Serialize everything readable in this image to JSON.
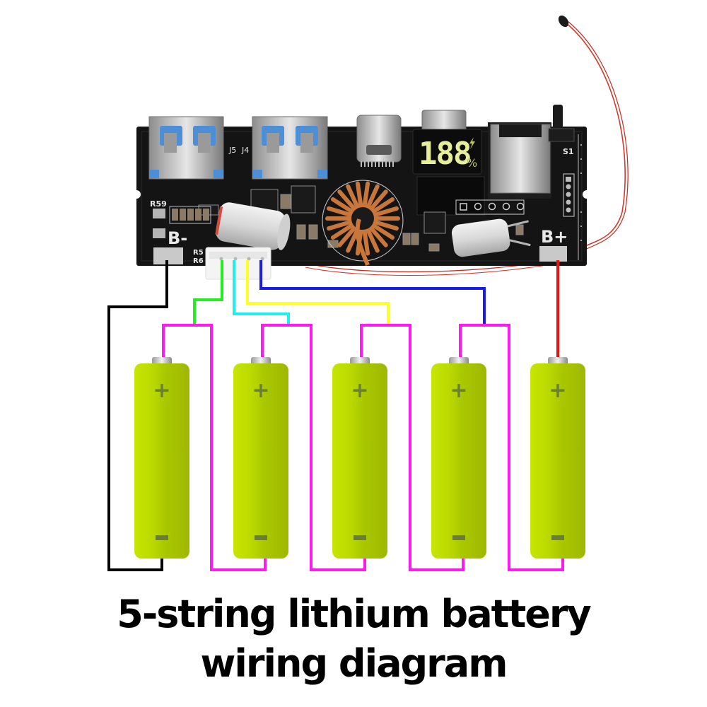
{
  "title": {
    "line1": "5-string lithium battery",
    "line2": "wiring diagram"
  },
  "board": {
    "labels": {
      "b_minus": "B-",
      "b_plus": "B+",
      "j5": "J5",
      "j4": "J4",
      "r59": "R59",
      "r5": "R5",
      "r6": "R6",
      "s1": "S1"
    },
    "display": {
      "digits": "188",
      "unit": "%",
      "charging_icon": "lightning-bolt-icon"
    },
    "components": [
      "usb-a-port",
      "usb-a-port",
      "usb-c-port",
      "micro-usb-port",
      "usb-c-port-large",
      "toroid-inductor",
      "electrolytic-capacitor",
      "electrolytic-capacitor",
      "balance-connector",
      "tact-switch",
      "thermistor-probe"
    ]
  },
  "batteries": [
    {
      "id": 1,
      "positive_symbol": "+",
      "negative_symbol": "−"
    },
    {
      "id": 2,
      "positive_symbol": "+",
      "negative_symbol": "−"
    },
    {
      "id": 3,
      "positive_symbol": "+",
      "negative_symbol": "−"
    },
    {
      "id": 4,
      "positive_symbol": "+",
      "negative_symbol": "−"
    },
    {
      "id": 5,
      "positive_symbol": "+",
      "negative_symbol": "−"
    }
  ],
  "wires": {
    "b_minus": {
      "color": "#000000",
      "connects": "B- to cell 1 negative"
    },
    "balance_1": {
      "color": "#22ee22",
      "connects": "balance pin 1 to cell 1+/cell 2-"
    },
    "balance_2": {
      "color": "#22eeee",
      "connects": "balance pin 2 to cell 2+/cell 3-"
    },
    "balance_3": {
      "color": "#ffff22",
      "connects": "balance pin 3 to cell 3+/cell 4-"
    },
    "balance_4": {
      "color": "#1a1aee",
      "connects": "balance pin 4 to cell 4+/cell 5-"
    },
    "b_plus": {
      "color": "#ee1111",
      "connects": "B+ to cell 5 positive"
    },
    "series_links": {
      "color": "#ff1aee"
    }
  },
  "colors": {
    "battery_body": "#b5d400",
    "battery_symbol": "#6a7d3a",
    "pcb": "#141414",
    "silkscreen": "#e8e8e8",
    "display_segments": "#e6ee9a",
    "copper": "#c8763a"
  }
}
